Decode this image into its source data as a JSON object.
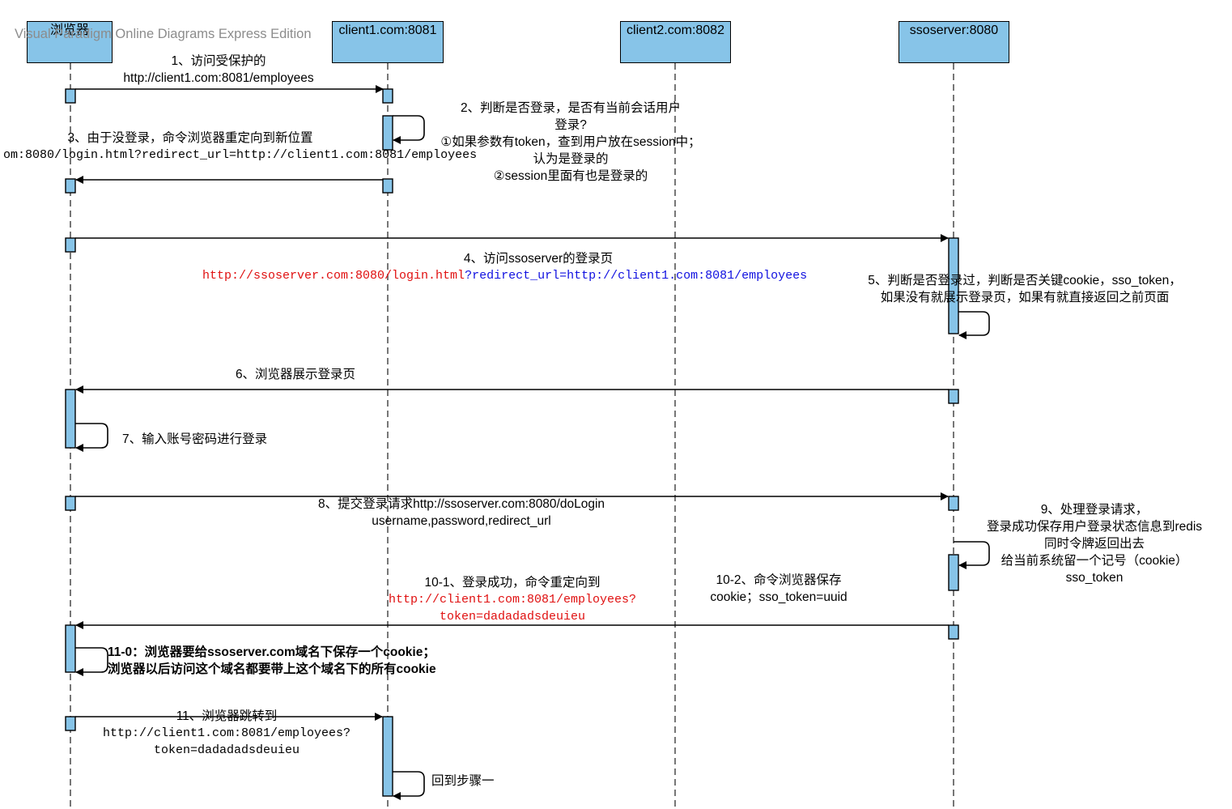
{
  "watermark": "Visual Paradigm Online Diagrams Express Edition",
  "lifelines": [
    {
      "name": "浏览器"
    },
    {
      "name": "client1.com:8081"
    },
    {
      "name": "client2.com:8082"
    },
    {
      "name": "ssoserver:8080"
    }
  ],
  "messages": {
    "m1": {
      "line1": "1、访问受保护的",
      "line2": "http://client1.com:8081/employees"
    },
    "m2": {
      "line1": "2、判断是否登录，是否有当前会话用户",
      "line2": "登录?",
      "line3": "①如果参数有token，查到用户放在session中；",
      "line4": "认为是登录的",
      "line5": "②session里面有也是登录的"
    },
    "m3": {
      "line1": "3、由于没登录，命令浏览器重定向到新位置",
      "line2": "om:8080/login.html?redirect_url=http://client1.com:8081/employees"
    },
    "m4": {
      "line1": "4、访问ssoserver的登录页",
      "url_part1": "http://ssoserver.com:8080/login.html",
      "url_part2": "?redirect_url=http://client1.com:8081/employees"
    },
    "m5": {
      "line1": "5、判断是否登录过，判断是否关键cookie，sso_token，",
      "line2": "如果没有就展示登录页，如果有就直接返回之前页面"
    },
    "m6": {
      "line1": "6、浏览器展示登录页"
    },
    "m7": {
      "line1": "7、输入账号密码进行登录"
    },
    "m8": {
      "line1": "8、提交登录请求http://ssoserver.com:8080/doLogin",
      "line2": "username,password,redirect_url"
    },
    "m9": {
      "line1": "9、处理登录请求，",
      "line2": "登录成功保存用户登录状态信息到redis",
      "line3": "同时令牌返回出去",
      "line4": "给当前系统留一个记号（cookie）",
      "line5": "sso_token"
    },
    "m10_1": {
      "line1": "10-1、登录成功，命令重定向到",
      "line2": "http://client1.com:8081/employees?",
      "line3": "token=dadadadsdeuieu"
    },
    "m10_2": {
      "line1": "10-2、命令浏览器保存",
      "line2": "cookie；sso_token=uuid"
    },
    "m11_0": {
      "line1": "11-0：浏览器要给ssoserver.com域名下保存一个cookie；",
      "line2": "浏览器以后访问这个域名都要带上这个域名下的所有cookie"
    },
    "m11": {
      "line1": "11、浏览器跳转到",
      "line2": "http://client1.com:8081/employees?",
      "line3": "token=dadadadsdeuieu"
    },
    "m12": {
      "line1": "回到步骤一"
    }
  }
}
